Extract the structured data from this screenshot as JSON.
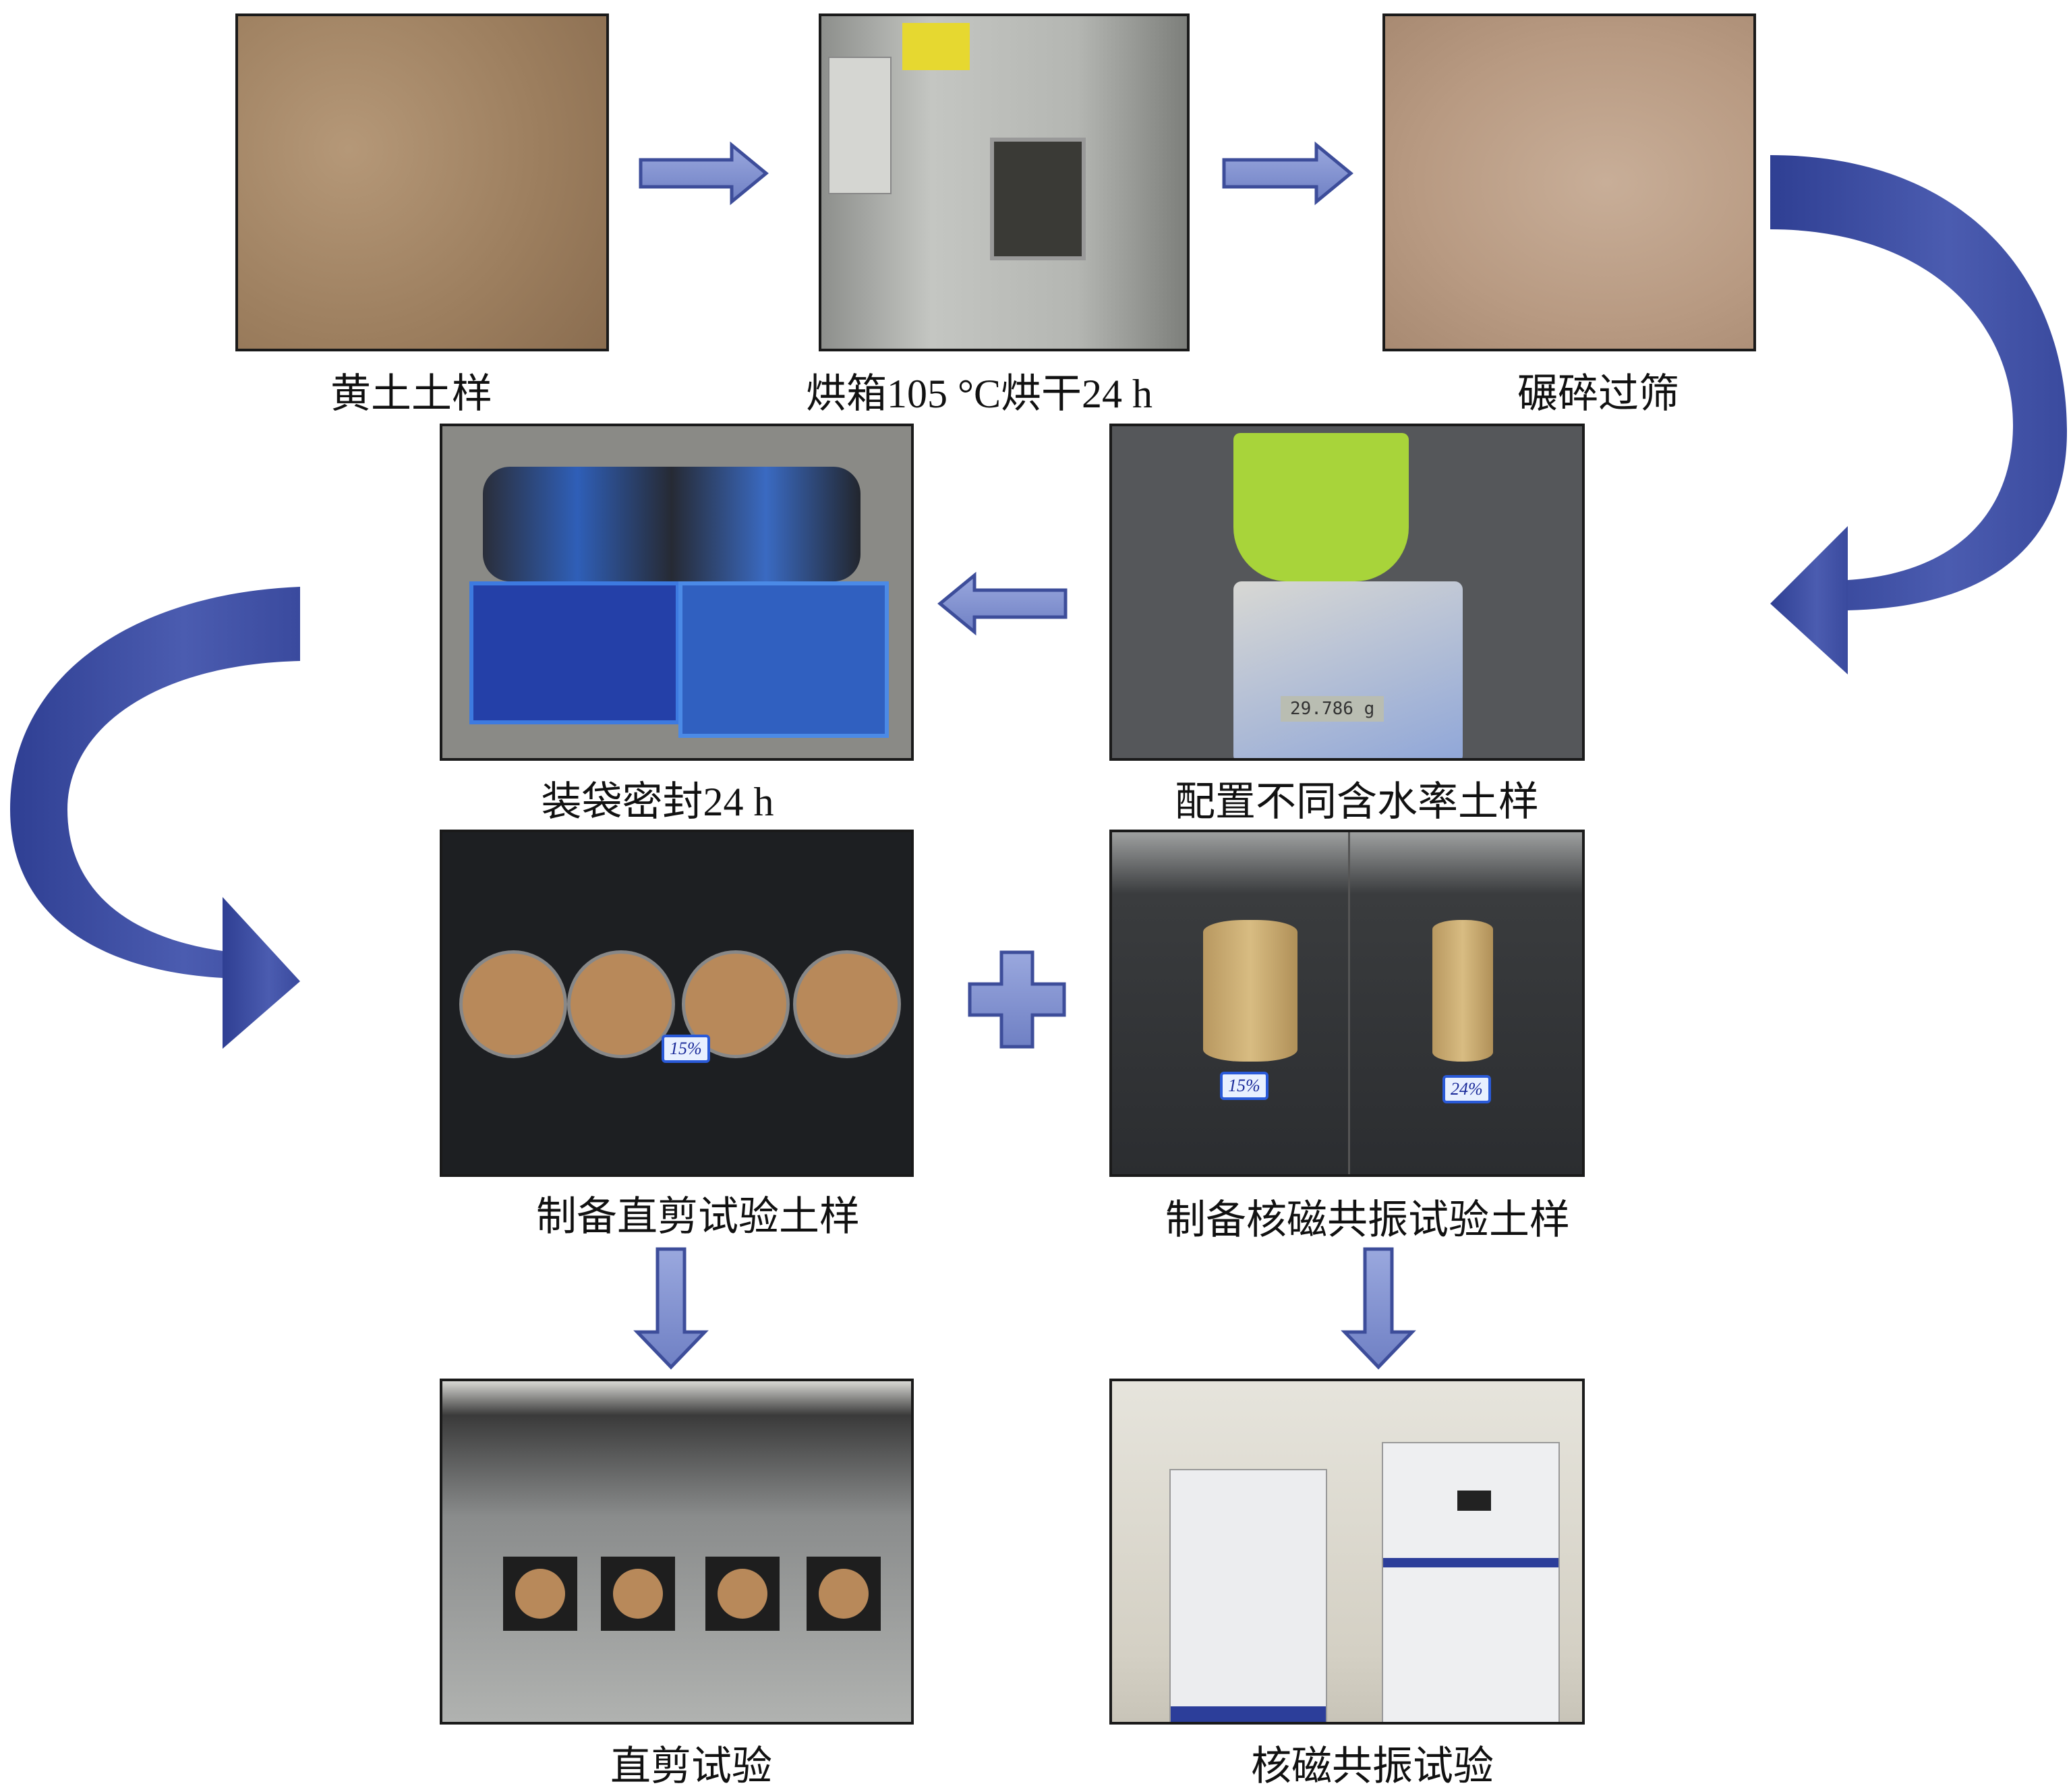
{
  "steps": {
    "loess_sample": "黄土土样",
    "oven_dry": "烘箱105 °C烘干24 h",
    "crush_sieve": "碾碎过筛",
    "prepare_moisture": "配置不同含水率土样",
    "bag_seal": "装袋密封24 h",
    "direct_shear_prep": "制备直剪试验土样",
    "nmr_prep": "制备核磁共振试验土样",
    "direct_shear_test": "直剪试验",
    "nmr_test": "核磁共振试验"
  },
  "photo_text": {
    "scale_reading": "29.786 g",
    "tag_15": "15%",
    "tag_24": "24%"
  },
  "colors": {
    "arrow": "#4656a8",
    "arrow_light": "#8c9bd4"
  }
}
